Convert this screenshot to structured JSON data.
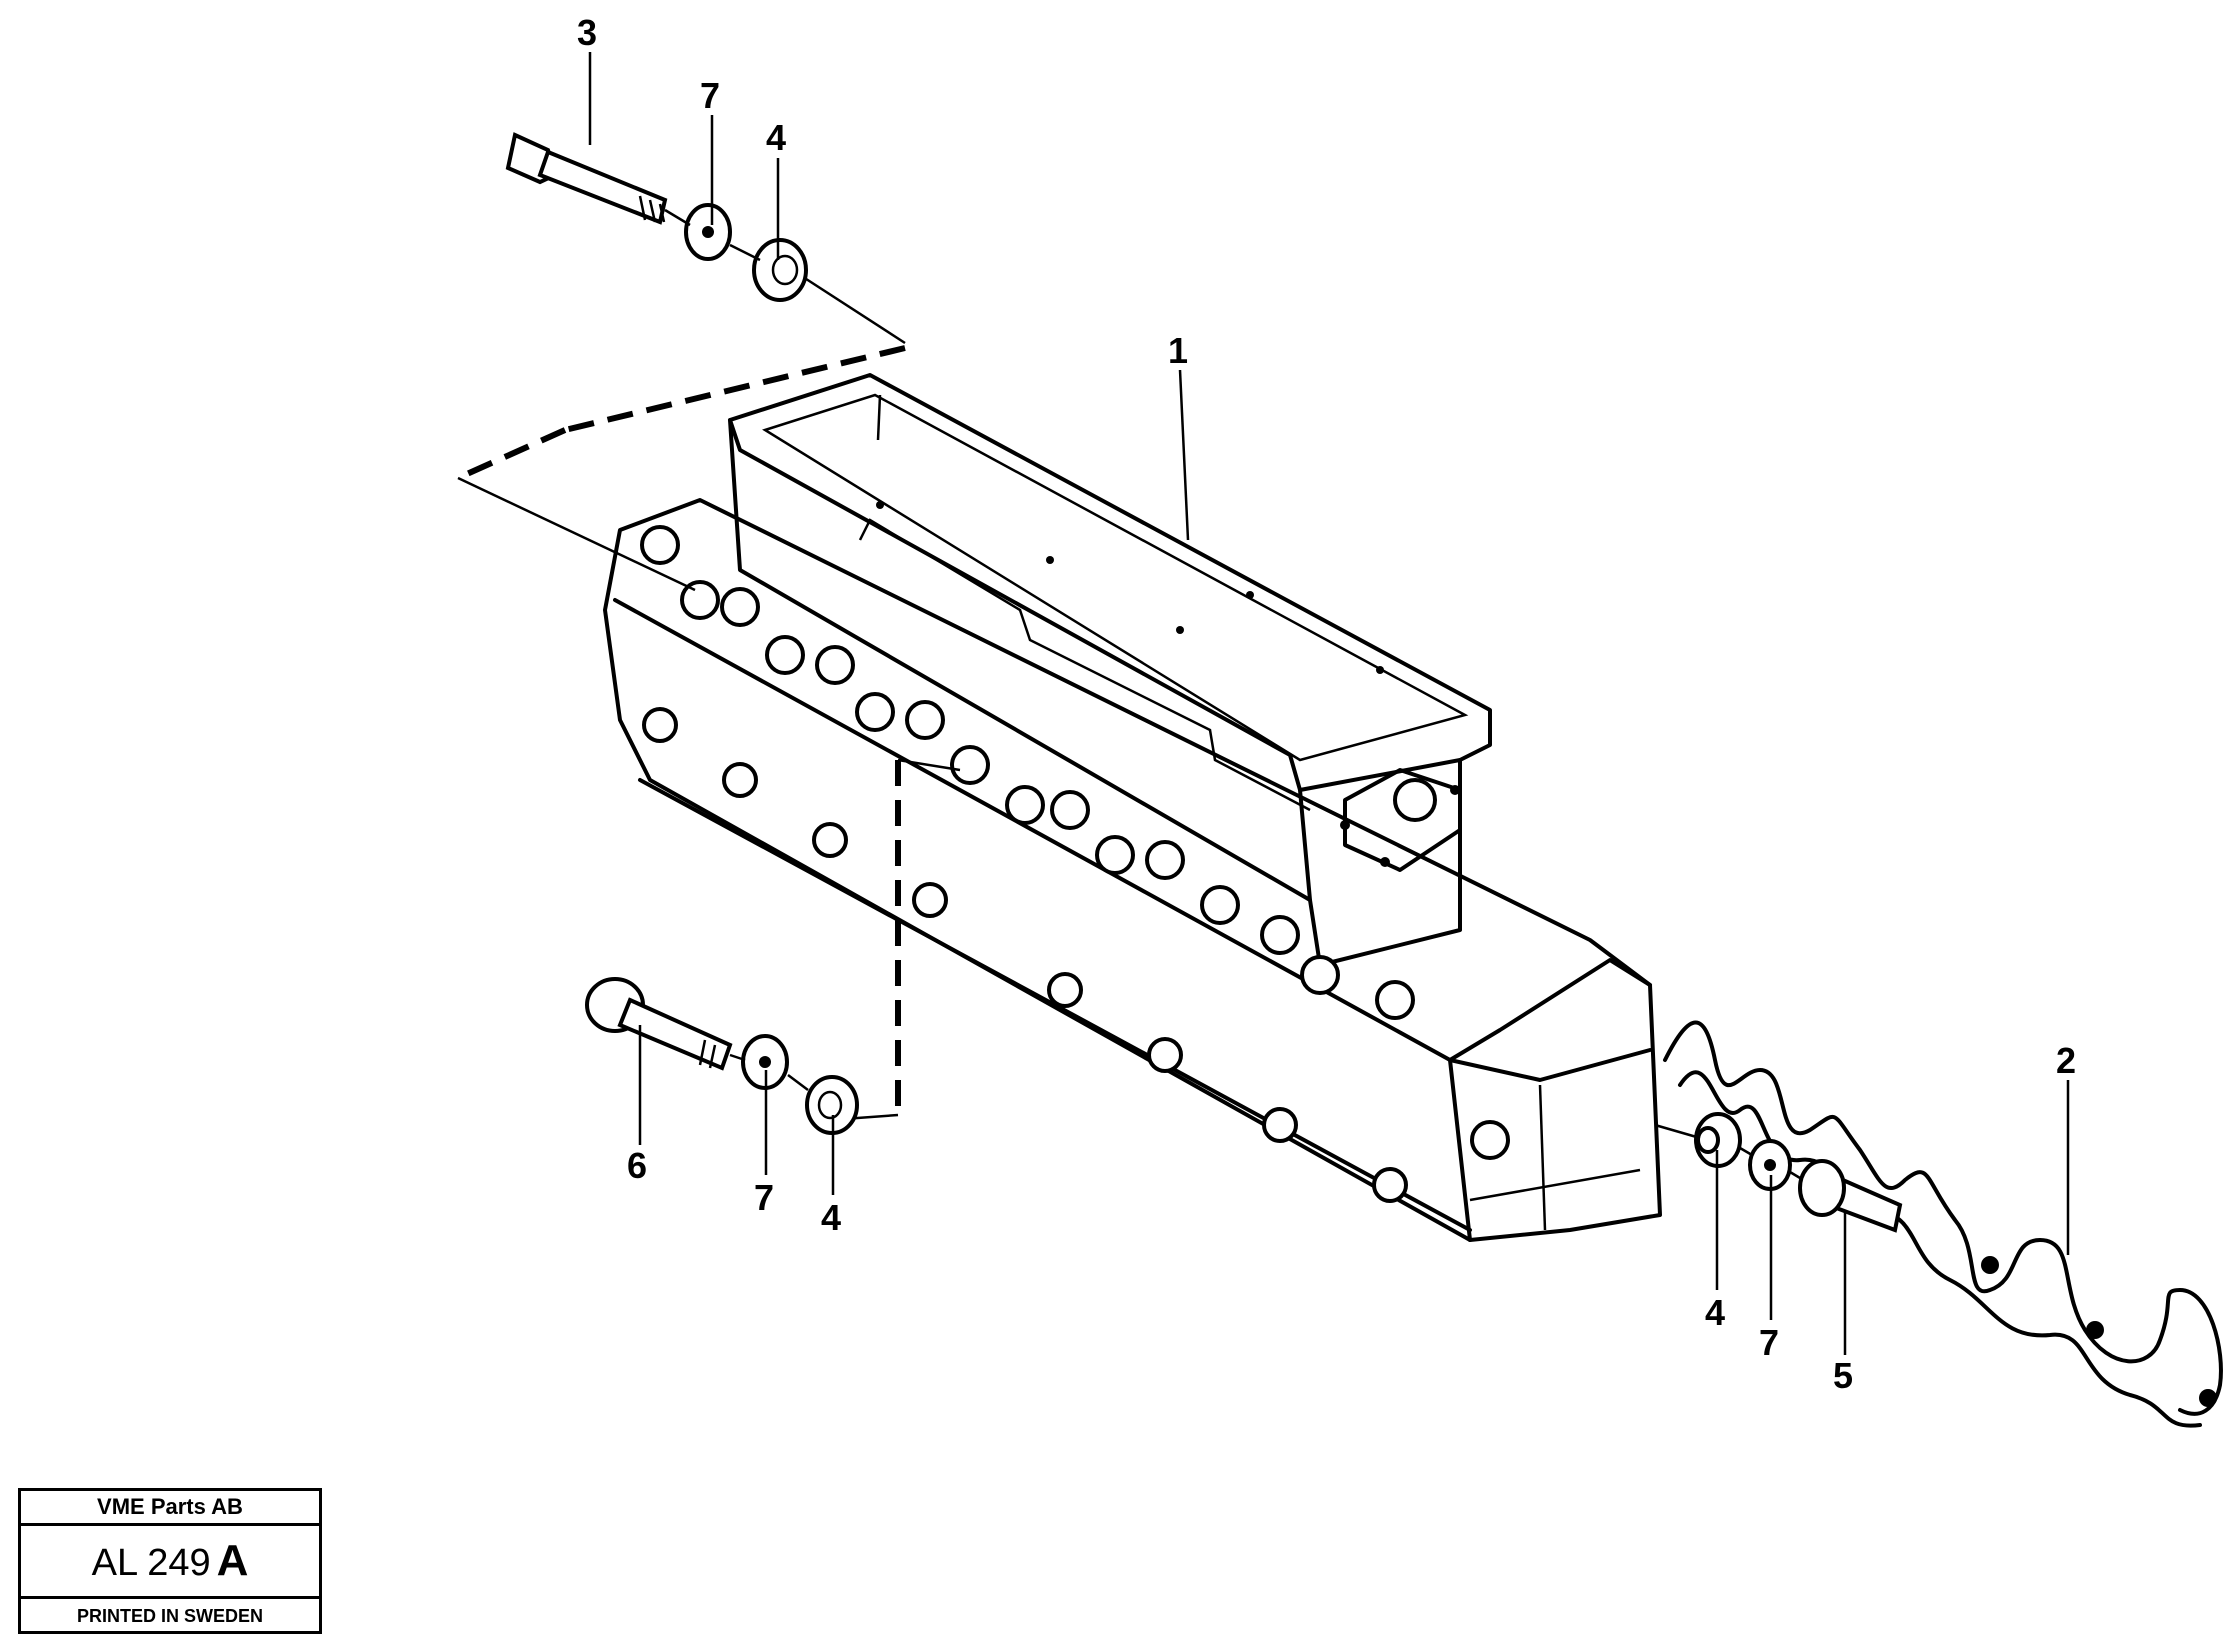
{
  "drawing": {
    "callouts": [
      {
        "id": "c3-top",
        "text": "3"
      },
      {
        "id": "c7-top",
        "text": "7"
      },
      {
        "id": "c4-top",
        "text": "4"
      },
      {
        "id": "c1",
        "text": "1"
      },
      {
        "id": "c6",
        "text": "6"
      },
      {
        "id": "c7-left",
        "text": "7"
      },
      {
        "id": "c4-left",
        "text": "4"
      },
      {
        "id": "c2",
        "text": "2"
      },
      {
        "id": "c4-right",
        "text": "4"
      },
      {
        "id": "c7-right",
        "text": "7"
      },
      {
        "id": "c5",
        "text": "5"
      }
    ]
  },
  "title_block": {
    "company": "VME Parts AB",
    "code": "AL 249",
    "code_suffix": "A",
    "footer": "PRINTED IN SWEDEN"
  }
}
